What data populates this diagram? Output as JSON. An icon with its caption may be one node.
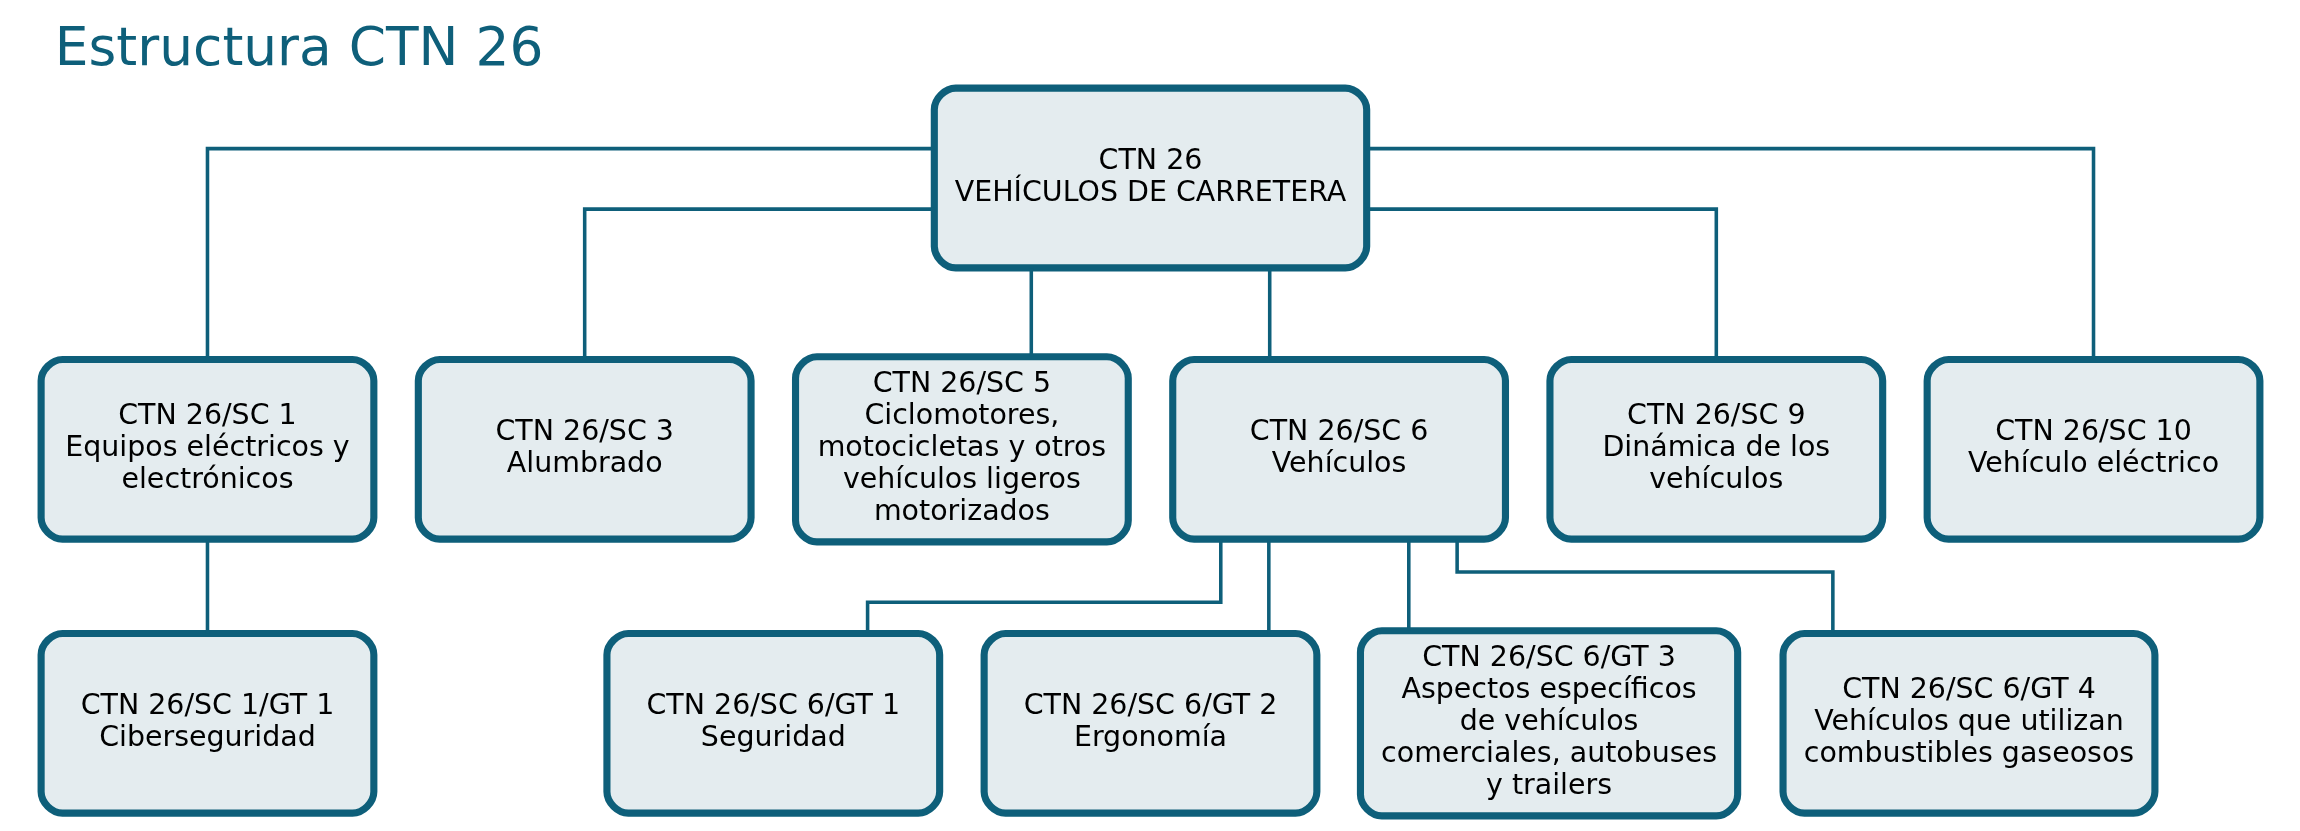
{
  "diagram": {
    "title": "Estructura CTN 26",
    "nodes": [
      {
        "text": [
          "CTN 26",
          "VEHÍCULOS DE CARRETERA"
        ]
      },
      {
        "text": [
          "CTN 26/SC 1",
          "Equipos eléctricos y electrónicos"
        ]
      },
      {
        "text": [
          "CTN 26/SC 3",
          "Alumbrado"
        ]
      },
      {
        "text": [
          "CTN 26/SC 5",
          "Ciclomotores, motocicletas y otros vehículos ligeros motorizados"
        ]
      },
      {
        "text": [
          "CTN 26/SC 6",
          "Vehículos"
        ]
      },
      {
        "text": [
          "CTN 26/SC 9",
          "Dinámica de los vehículos"
        ]
      },
      {
        "text": [
          "CTN 26/SC 10",
          "Vehículo eléctrico"
        ]
      },
      {
        "text": [
          "CTN 26/SC 1/GT 1",
          "Ciberseguridad"
        ]
      },
      {
        "text": [
          "CTN 26/SC 6/GT 1",
          "Seguridad"
        ]
      },
      {
        "text": [
          "CTN 26/SC 6/GT 2",
          "Ergonomía"
        ]
      },
      {
        "text": [
          "CTN 26/SC 6/GT 3",
          "Aspectos específicos de vehículos comerciales, autobuses y trailers"
        ]
      },
      {
        "text": [
          "CTN 26/SC 6/GT 4",
          "Vehículos que utilizan combustibles gaseosos"
        ]
      }
    ],
    "edges": [
      {
        "from": 0,
        "to": 1,
        "arrow": "none"
      },
      {
        "from": 0,
        "to": 2,
        "arrow": "none"
      },
      {
        "from": 0,
        "to": 3,
        "arrow": "none"
      },
      {
        "from": 0,
        "to": 4,
        "arrow": "none"
      },
      {
        "from": 0,
        "to": 5,
        "arrow": "none"
      },
      {
        "from": 0,
        "to": 6,
        "arrow": "none"
      },
      {
        "from": 1,
        "to": 7,
        "arrow": "none"
      },
      {
        "from": 4,
        "to": 8,
        "arrow": "none"
      },
      {
        "from": 4,
        "to": 9,
        "arrow": "none"
      },
      {
        "from": 4,
        "to": 10,
        "arrow": "none"
      },
      {
        "from": 4,
        "to": 11,
        "arrow": "none"
      }
    ]
  }
}
